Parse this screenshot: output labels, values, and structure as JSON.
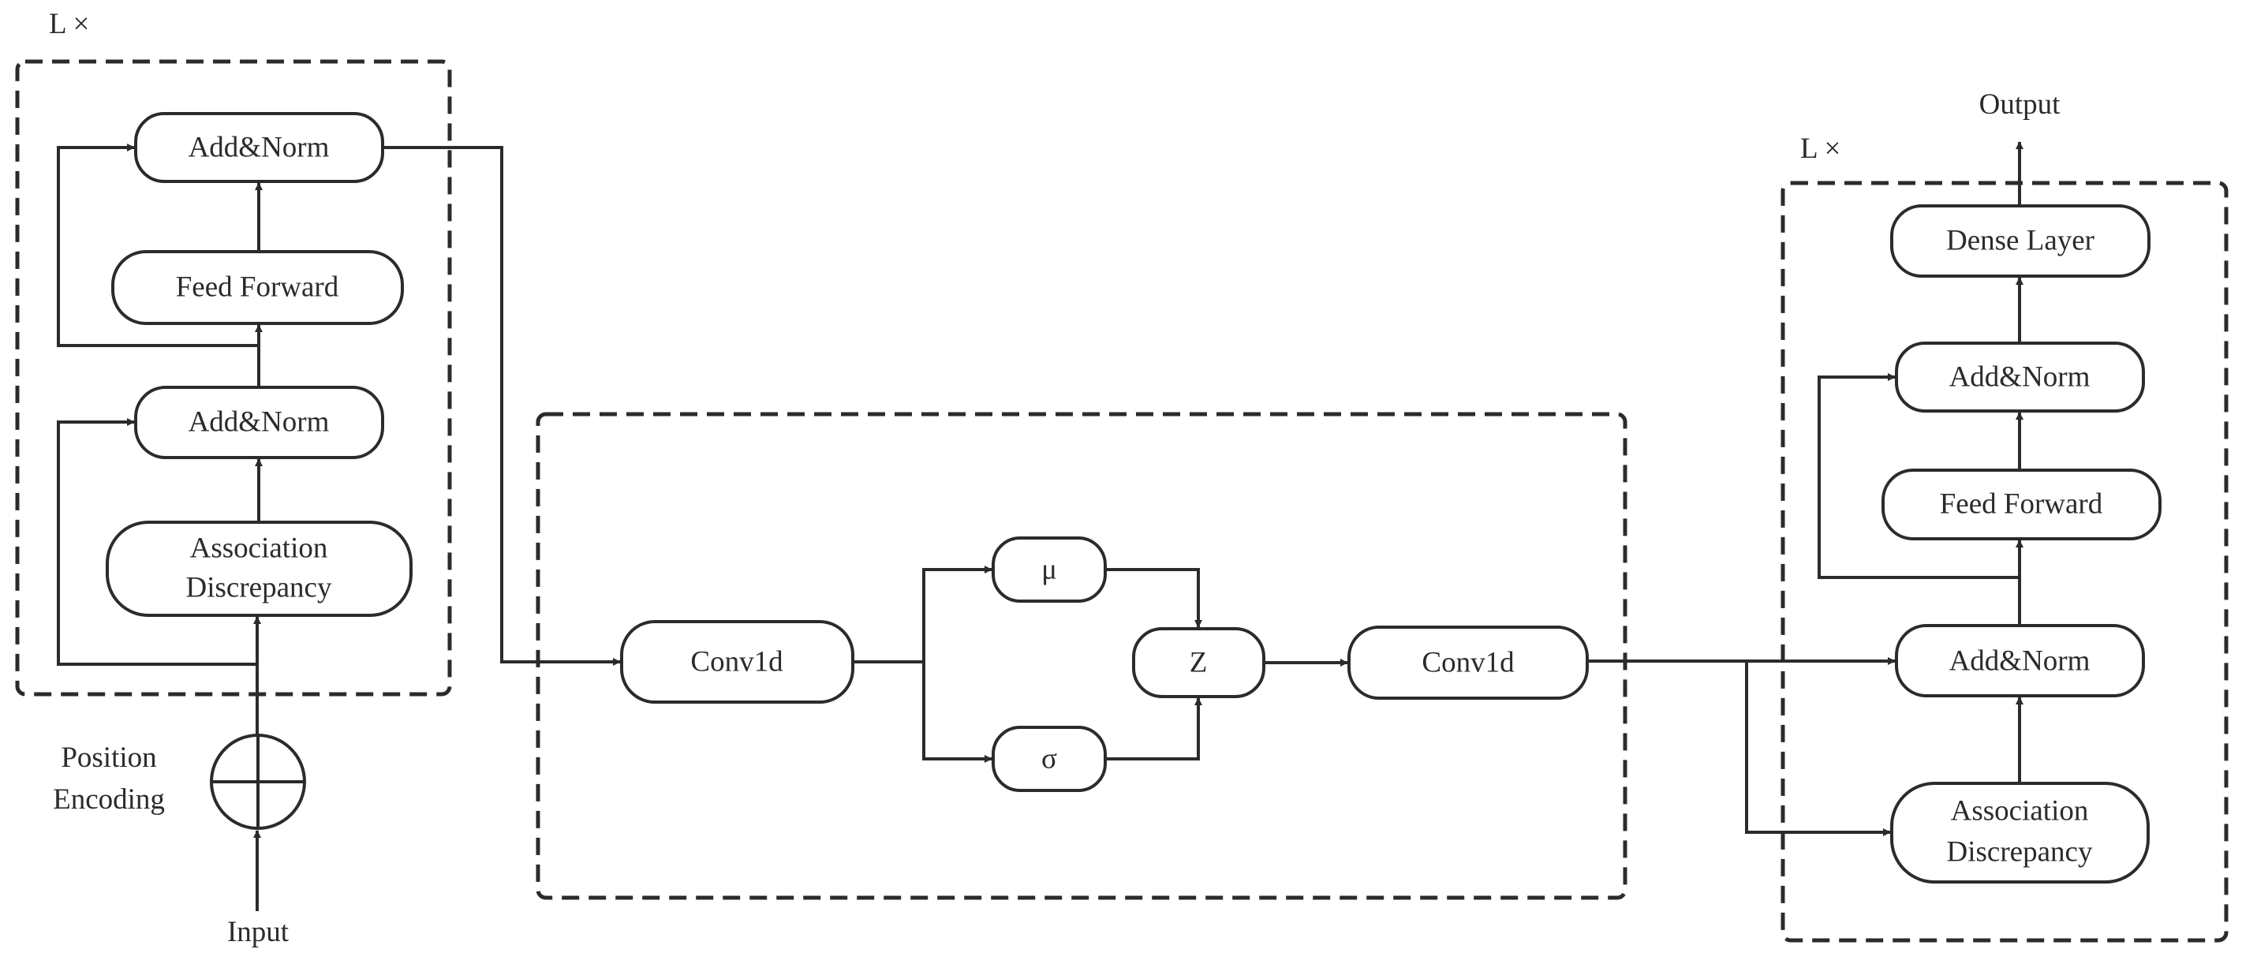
{
  "encoder": {
    "repeat_label": "L ×",
    "add_norm_top": "Add&Norm",
    "feed_forward": "Feed Forward",
    "add_norm_bottom": "Add&Norm",
    "assoc_line1": "Association",
    "assoc_line2": "Discrepancy"
  },
  "inputs": {
    "position_line1": "Position",
    "position_line2": "Encoding",
    "input_label": "Input"
  },
  "latent": {
    "conv_in": "Conv1d",
    "mu": "μ",
    "sigma": "σ",
    "z": "Z",
    "conv_out": "Conv1d"
  },
  "decoder": {
    "repeat_label": "L ×",
    "output_label": "Output",
    "dense": "Dense Layer",
    "add_norm_top": "Add&Norm",
    "feed_forward": "Feed Forward",
    "add_norm_bottom": "Add&Norm",
    "assoc_line1": "Association",
    "assoc_line2": "Discrepancy"
  }
}
